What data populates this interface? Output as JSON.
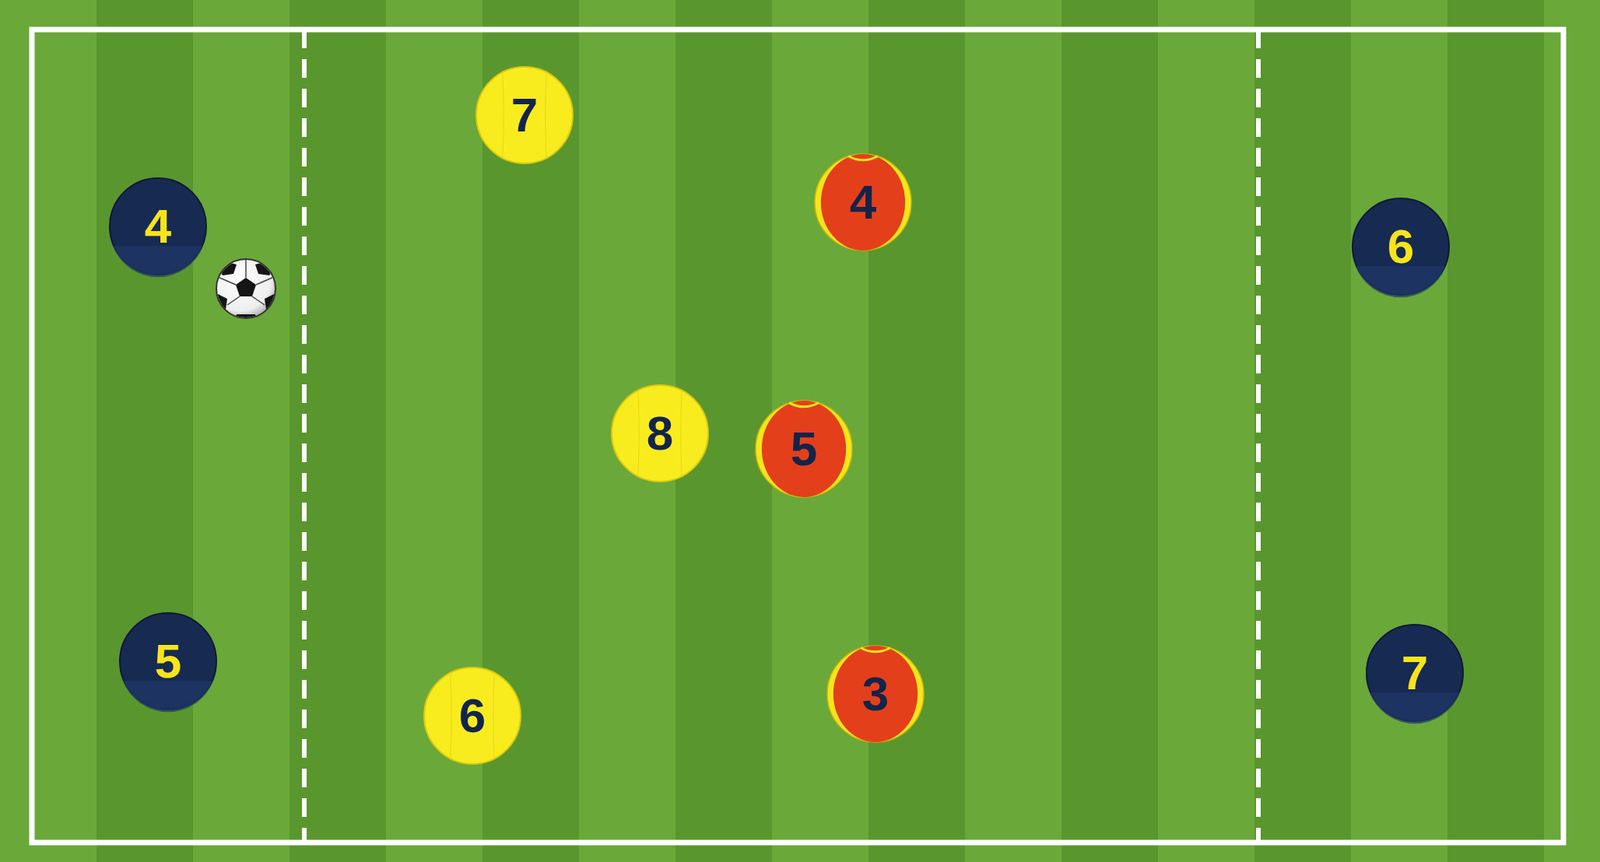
{
  "diagram": {
    "nodes": [
      {
        "text": [
          "4"
        ]
      },
      {
        "text": [
          "7"
        ]
      },
      {
        "text": [
          "4"
        ]
      },
      {
        "text": [
          "6"
        ]
      },
      {
        "text": [
          "8"
        ]
      },
      {
        "text": [
          "5"
        ]
      },
      {
        "text": [
          "5"
        ]
      },
      {
        "text": [
          "6"
        ]
      },
      {
        "text": [
          "3"
        ]
      },
      {
        "text": [
          "7"
        ]
      }
    ]
  }
}
